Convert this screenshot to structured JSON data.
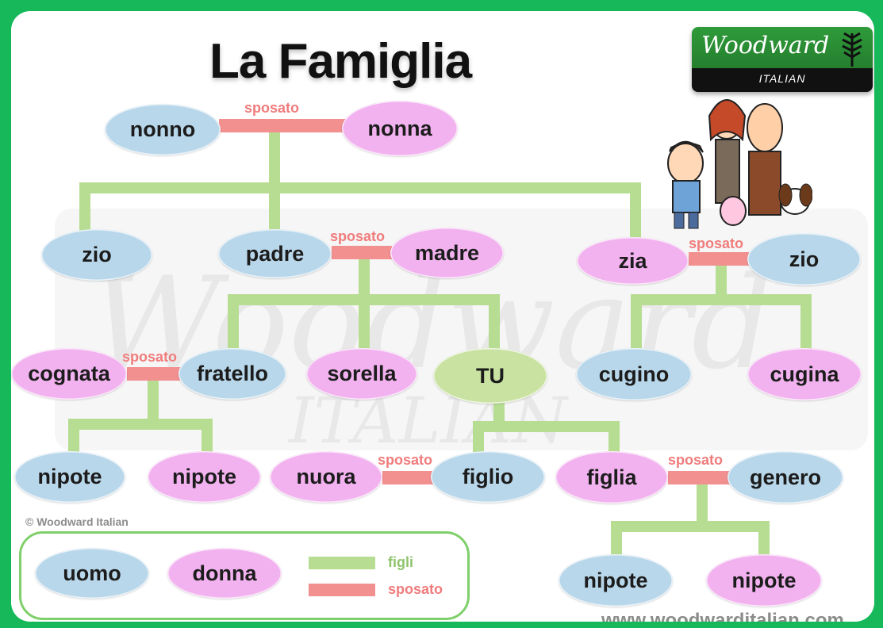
{
  "title": "La Famiglia",
  "logo": {
    "brand": "Woodward",
    "sub": "ITALIAN"
  },
  "watermark": {
    "main": "Woodward",
    "sub": "ITALIAN"
  },
  "colors": {
    "frame": "#16b85a",
    "male": "#b9d7ea",
    "female": "#f2b2ef",
    "self": "#c9e2a2",
    "figli_line": "#b7dd92",
    "sposato_line": "#f28f8f",
    "sposato_text": "#f07c7c"
  },
  "marriage_label": "sposato",
  "nodes": {
    "nonno": "nonno",
    "nonna": "nonna",
    "zio_left": "zio",
    "padre": "padre",
    "madre": "madre",
    "zia": "zia",
    "zio_right": "zio",
    "cognata": "cognata",
    "fratello": "fratello",
    "sorella": "sorella",
    "tu": "TU",
    "cugino": "cugino",
    "cugina": "cugina",
    "nipote_1": "nipote",
    "nipote_2": "nipote",
    "nuora": "nuora",
    "figlio": "figlio",
    "figlia": "figlia",
    "genero": "genero",
    "nipote_3": "nipote",
    "nipote_4": "nipote"
  },
  "copyright": "© Woodward Italian",
  "legend": {
    "uomo": "uomo",
    "donna": "donna",
    "figli": "figli",
    "sposato": "sposato"
  },
  "url": "www.woodwarditalian.com"
}
